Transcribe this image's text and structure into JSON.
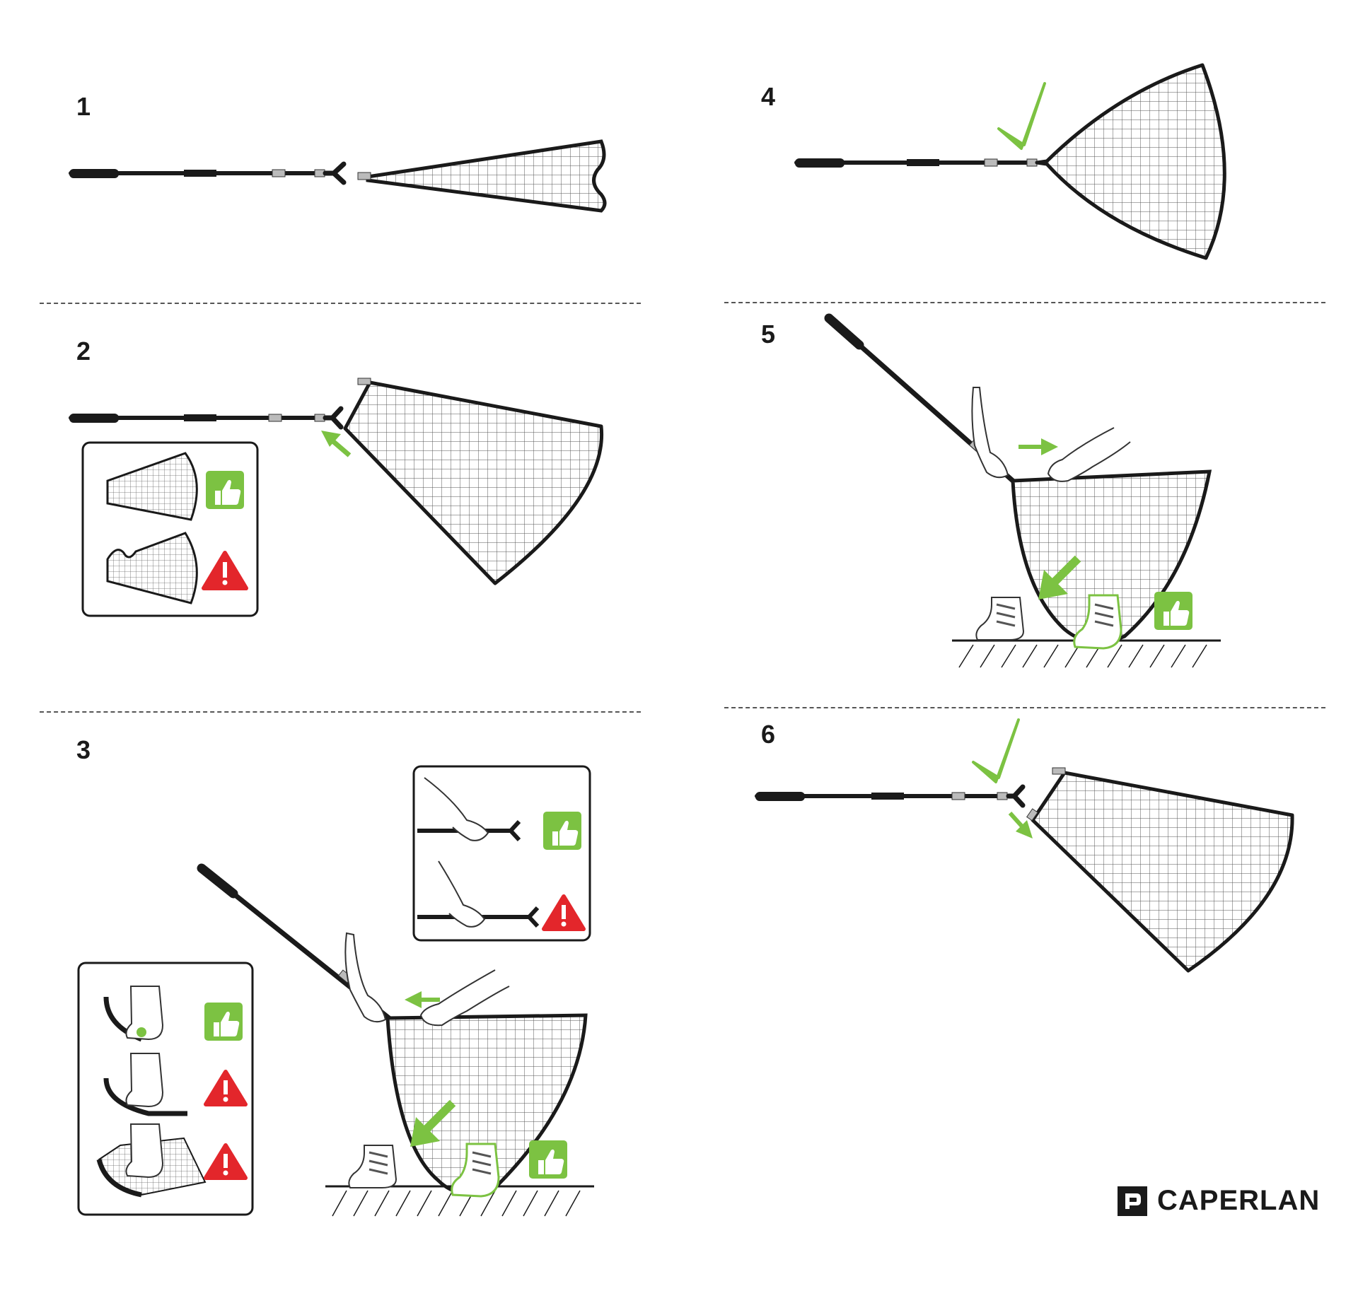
{
  "steps": [
    {
      "number": "1"
    },
    {
      "number": "2"
    },
    {
      "number": "3"
    },
    {
      "number": "4"
    },
    {
      "number": "5"
    },
    {
      "number": "6"
    }
  ],
  "brand": {
    "name": "CAPERLAN"
  },
  "colors": {
    "accent": "#7cc242",
    "warning": "#e3262b",
    "ink": "#1a1a1a"
  },
  "icons": {
    "ok": "thumbs-up-icon",
    "warn": "warning-triangle-icon",
    "check": "check-mark-icon",
    "arrow": "arrow-icon"
  }
}
